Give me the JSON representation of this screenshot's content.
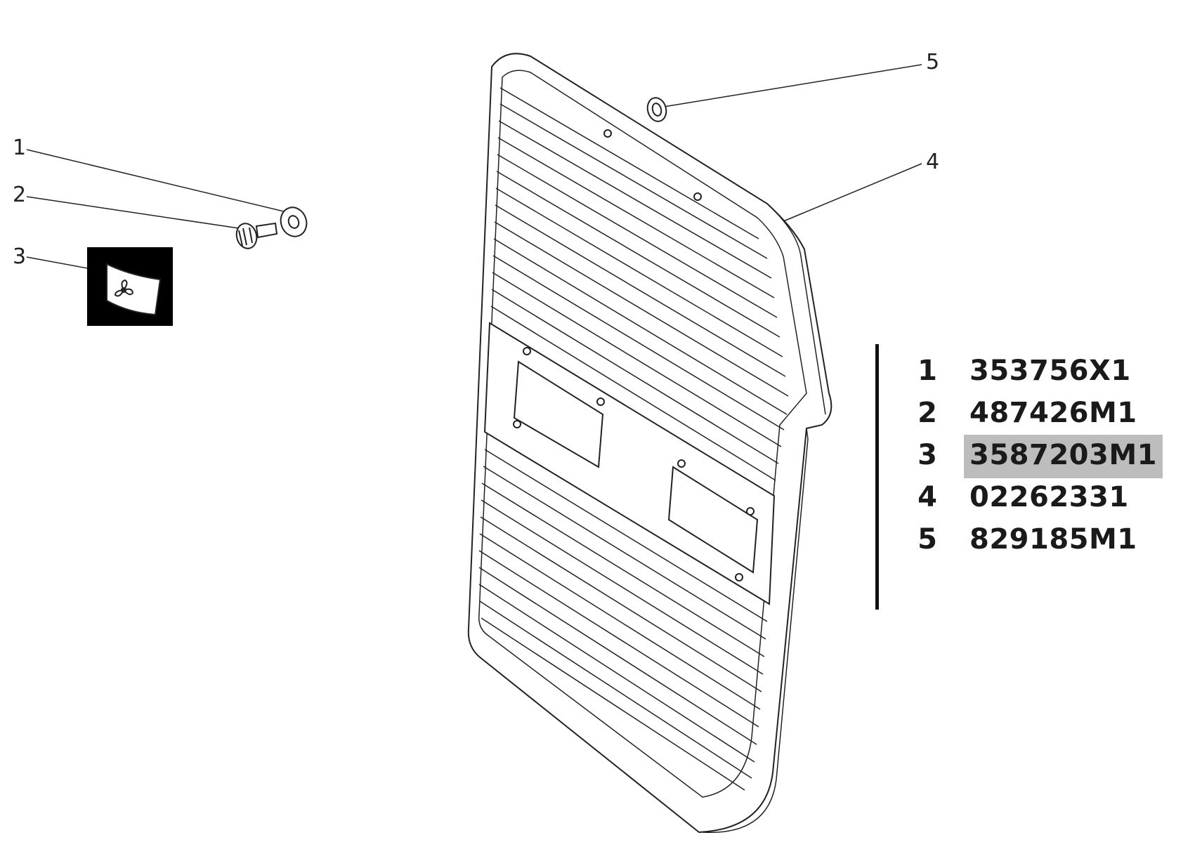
{
  "callouts": [
    "1",
    "2",
    "3",
    "5",
    "4"
  ],
  "parts_list": [
    {
      "index": "1",
      "part_number": "353756X1",
      "highlighted": false
    },
    {
      "index": "2",
      "part_number": "487426M1",
      "highlighted": false
    },
    {
      "index": "3",
      "part_number": "3587203M1",
      "highlighted": true
    },
    {
      "index": "4",
      "part_number": "02262331",
      "highlighted": false
    },
    {
      "index": "5",
      "part_number": "829185M1",
      "highlighted": false
    }
  ],
  "colors": {
    "line": "#222222",
    "highlight": "#bdbdbd",
    "decal_bg": "#000000"
  }
}
